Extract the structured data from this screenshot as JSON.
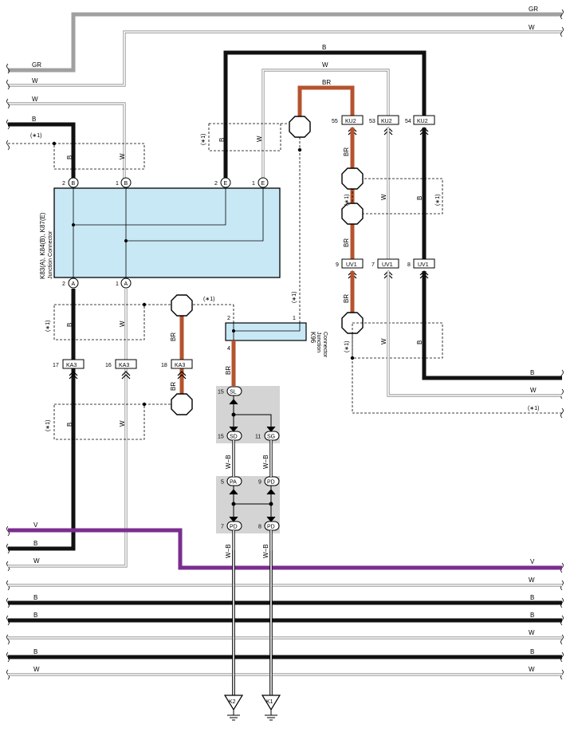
{
  "wire_colors": {
    "GR": "#a0a0a0",
    "W": "#ffffff",
    "B": "#111111",
    "BR": "#b5532d",
    "V": "#7a2e8f",
    "W-B": "#ffffff"
  },
  "fill_colors": {
    "connector": "#c9e8f6",
    "junction_block": "#d4d4d4"
  },
  "labels": {
    "GR": "GR",
    "W": "W",
    "B": "B",
    "BR": "BR",
    "V": "V",
    "WB": "W−B",
    "star1": "(∗1)"
  },
  "jc_main": {
    "name": "K83(A), K84(B), K87(E)",
    "sub": "Junction Connector",
    "pins_top": [
      {
        "num": "2",
        "letter": "B"
      },
      {
        "num": "1",
        "letter": "B"
      },
      {
        "num": "2",
        "letter": "E"
      },
      {
        "num": "1",
        "letter": "E"
      }
    ],
    "pins_bottom": [
      {
        "num": "2",
        "letter": "A"
      },
      {
        "num": "1",
        "letter": "A"
      }
    ]
  },
  "jc_k96": {
    "name": "K96",
    "sub1": "Junction",
    "sub2": "Connector",
    "pins": [
      "2",
      "1",
      "4"
    ]
  },
  "inline_connectors": {
    "ku2": [
      {
        "num": "55",
        "code": "KU2"
      },
      {
        "num": "53",
        "code": "KU2"
      },
      {
        "num": "54",
        "code": "KU2"
      }
    ],
    "uv1": [
      {
        "num": "9",
        "code": "UV1"
      },
      {
        "num": "7",
        "code": "UV1"
      },
      {
        "num": "8",
        "code": "UV1"
      }
    ],
    "ka3": [
      {
        "num": "17",
        "code": "KA3"
      },
      {
        "num": "16",
        "code": "KA3"
      },
      {
        "num": "18",
        "code": "KA3"
      }
    ]
  },
  "ground_block": {
    "top": {
      "pins": [
        "15"
      ],
      "codes": [
        "SL"
      ]
    },
    "mid": {
      "pins": [
        "15",
        "11"
      ],
      "codes": [
        "SD",
        "SG"
      ]
    },
    "low_top": {
      "pins": [
        "5",
        "9"
      ],
      "codes": [
        "PA",
        "PD"
      ]
    },
    "low_bottom": {
      "pins": [
        "7",
        "8"
      ],
      "codes": [
        "PD",
        "PD"
      ]
    }
  },
  "grounds": [
    "K2",
    "K1"
  ]
}
